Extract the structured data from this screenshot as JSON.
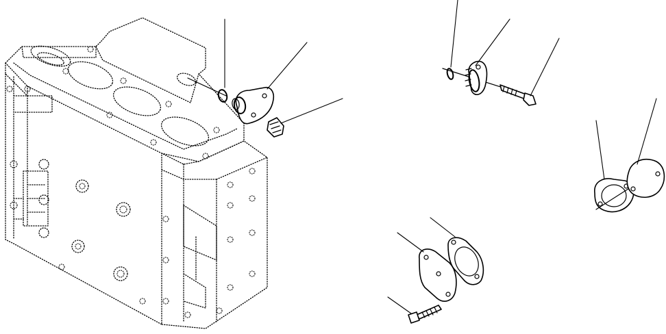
{
  "diagram": {
    "type": "exploded-parts-illustration",
    "ink_color": "#000000",
    "background_color": "#ffffff",
    "components": [
      "cylinder-block",
      "o-ring",
      "water-inlet-flange",
      "plug",
      "o-ring-small",
      "flange-connector",
      "bolt-upper",
      "gasket-right",
      "cover-right",
      "cover-bottom",
      "gasket-bottom",
      "bolt-bottom"
    ],
    "leader_line_count": 12,
    "labels": []
  }
}
